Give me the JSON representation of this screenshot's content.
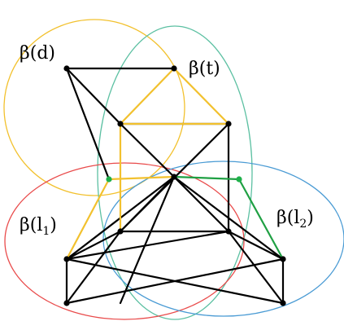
{
  "labels": {
    "d": {
      "beta": "β(",
      "name": "d",
      "close": ")"
    },
    "t": {
      "beta": "β(",
      "name": "t",
      "close": ")"
    },
    "l1": {
      "beta": "β(",
      "name": "l",
      "subscript": "1",
      "close": ")"
    },
    "l2": {
      "beta": "β(",
      "name": "l",
      "subscript": "2",
      "close": ")"
    }
  },
  "colors": {
    "background": "#ffffff",
    "edge_black": "#000000",
    "edge_yellow": "#f2c12e",
    "edge_green": "#1fa043",
    "circle_d": "#f2c12e",
    "circle_t": "#5cc0a2",
    "circle_l1": "#e94b4b",
    "circle_l2": "#4a9bd4",
    "node_black": "#000000",
    "node_green": "#1fb04a"
  }
}
